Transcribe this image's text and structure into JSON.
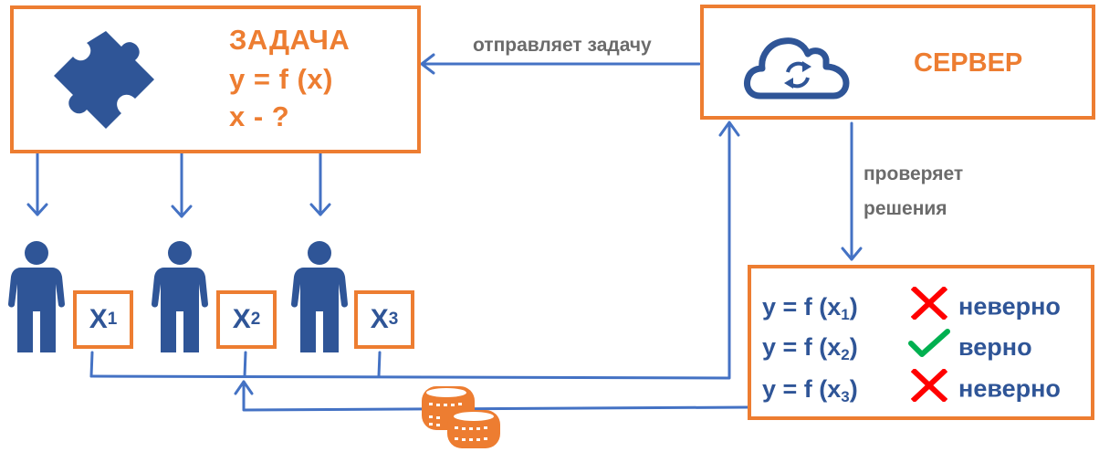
{
  "task": {
    "title": "ЗАДАЧА",
    "equation": "y = f (x)",
    "question": "x - ?",
    "icon": "puzzle-icon"
  },
  "server": {
    "title": "СЕРВЕР",
    "icon": "cloud-sync-icon"
  },
  "arrows": {
    "sends_task": "отправляет задачу",
    "checks_line1": "проверяет",
    "checks_line2": "решения"
  },
  "participants": [
    {
      "icon": "person-icon",
      "answer_base": "X",
      "answer_sub": "1"
    },
    {
      "icon": "person-icon",
      "answer_base": "X",
      "answer_sub": "2"
    },
    {
      "icon": "person-icon",
      "answer_base": "X",
      "answer_sub": "3"
    }
  ],
  "results": [
    {
      "eq_prefix": "y = f (x",
      "sub": "1",
      "eq_suffix": ")",
      "status": "incorrect",
      "icon": "cross-icon",
      "label": "неверно"
    },
    {
      "eq_prefix": "y = f (x",
      "sub": "2",
      "eq_suffix": ")",
      "status": "correct",
      "icon": "check-icon",
      "label": "верно"
    },
    {
      "eq_prefix": "y = f (x",
      "sub": "3",
      "eq_suffix": ")",
      "status": "incorrect",
      "icon": "cross-icon",
      "label": "неверно"
    }
  ],
  "reward": {
    "icon": "coins-icon"
  },
  "colors": {
    "accent": "#ED7D31",
    "dark_blue": "#2F5597",
    "line_blue": "#4472C4",
    "label_gray": "#6b6b6b",
    "cross_red": "#FF0000",
    "check_green": "#00B050"
  }
}
